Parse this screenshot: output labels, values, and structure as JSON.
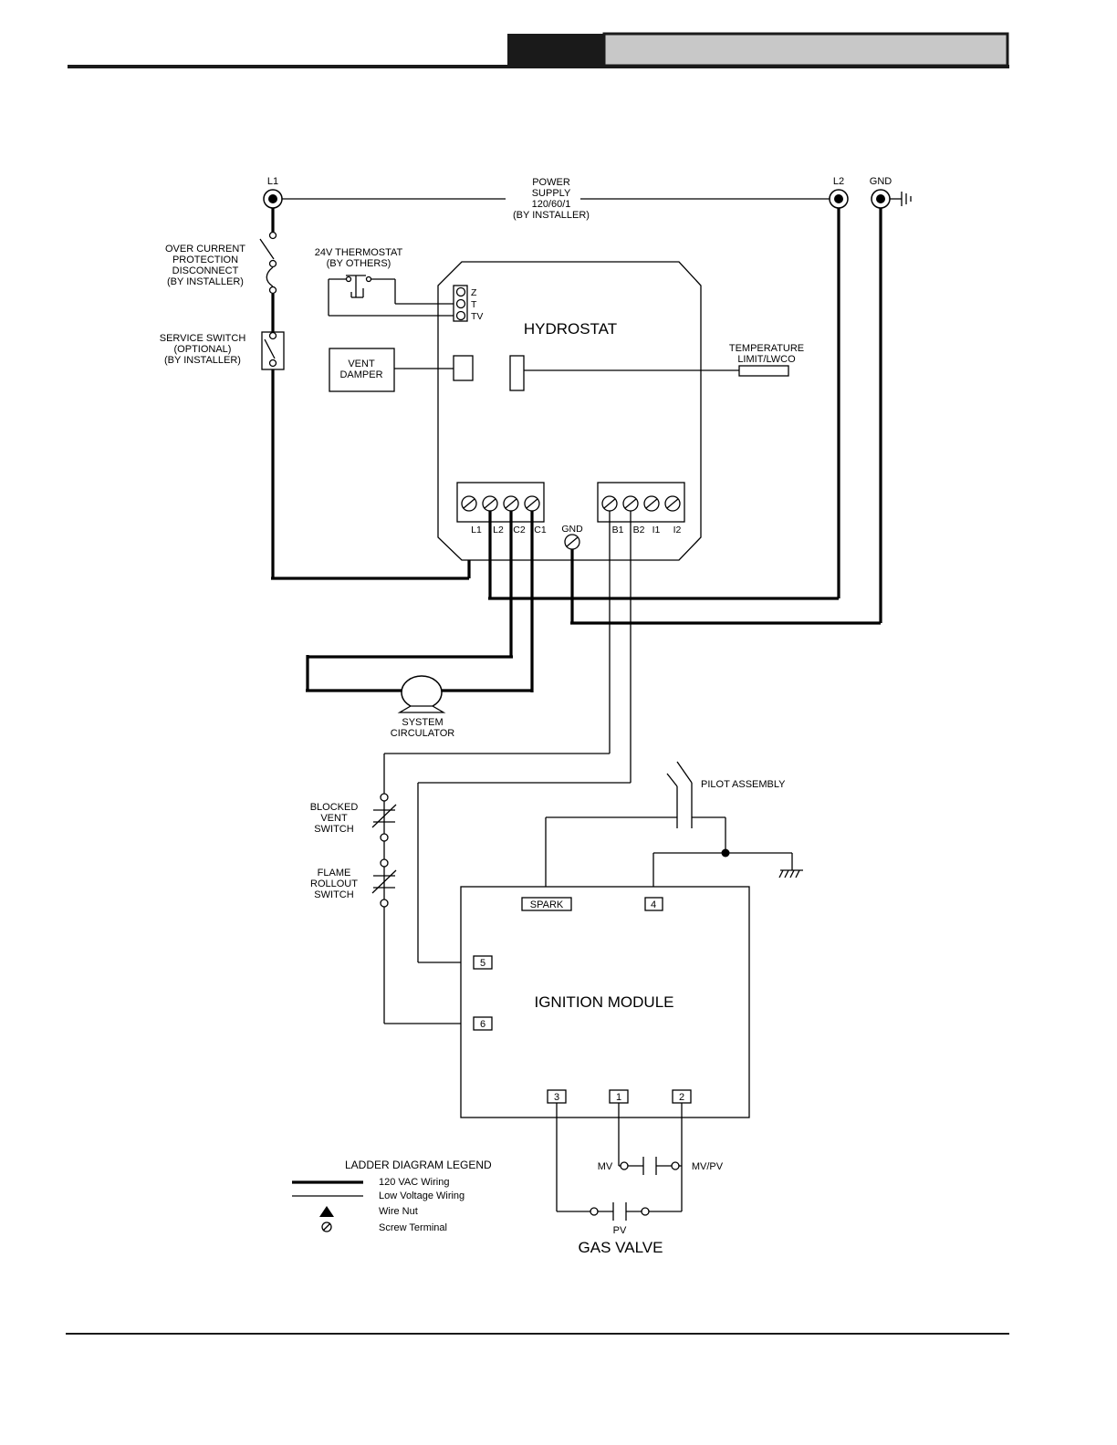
{
  "header": {
    "dark_tab_color": "#1a1a1a",
    "gray_bar_color": "#c8c8c8"
  },
  "power": {
    "l1": "L1",
    "l2": "L2",
    "gnd": "GND",
    "supply_lines": [
      "POWER",
      "SUPPLY",
      "120/60/1",
      "(BY INSTALLER)"
    ]
  },
  "overcurrent_lines": [
    "OVER CURRENT",
    "PROTECTION",
    "DISCONNECT",
    "(BY INSTALLER)"
  ],
  "service_switch_lines": [
    "SERVICE SWITCH",
    "(OPTIONAL)",
    "(BY INSTALLER)"
  ],
  "thermostat_lines": [
    "24V THERMOSTAT",
    "(BY OTHERS)"
  ],
  "thermostat_terminals": [
    "Z",
    "T",
    "TV"
  ],
  "hydrostat": {
    "title": "HYDROSTAT"
  },
  "vent_damper_lines": [
    "VENT",
    "DAMPER"
  ],
  "temp_limit_lines": [
    "TEMPERATURE",
    "LIMIT/LWCO"
  ],
  "terminals_left": [
    "L1",
    "L2",
    "C2",
    "C1"
  ],
  "terminals_right": [
    "B1",
    "B2",
    "I1",
    "I2"
  ],
  "hydrostat_gnd": "GND",
  "circulator_lines": [
    "SYSTEM",
    "CIRCULATOR"
  ],
  "blocked_vent_lines": [
    "BLOCKED",
    "VENT",
    "SWITCH"
  ],
  "flame_rollout_lines": [
    "FLAME",
    "ROLLOUT",
    "SWITCH"
  ],
  "pilot_assembly": "PILOT ASSEMBLY",
  "ignition": {
    "title": "IGNITION MODULE",
    "spark": "SPARK",
    "t4": "4",
    "t5": "5",
    "t6": "6",
    "t3": "3",
    "t1": "1",
    "t2": "2"
  },
  "gas_valve": {
    "title": "GAS VALVE",
    "mv": "MV",
    "mvpv": "MV/PV",
    "pv": "PV"
  },
  "legend": {
    "title": "LADDER DIAGRAM LEGEND",
    "items": [
      "120 VAC Wiring",
      "Low Voltage Wiring",
      "Wire Nut",
      "Screw Terminal"
    ]
  }
}
